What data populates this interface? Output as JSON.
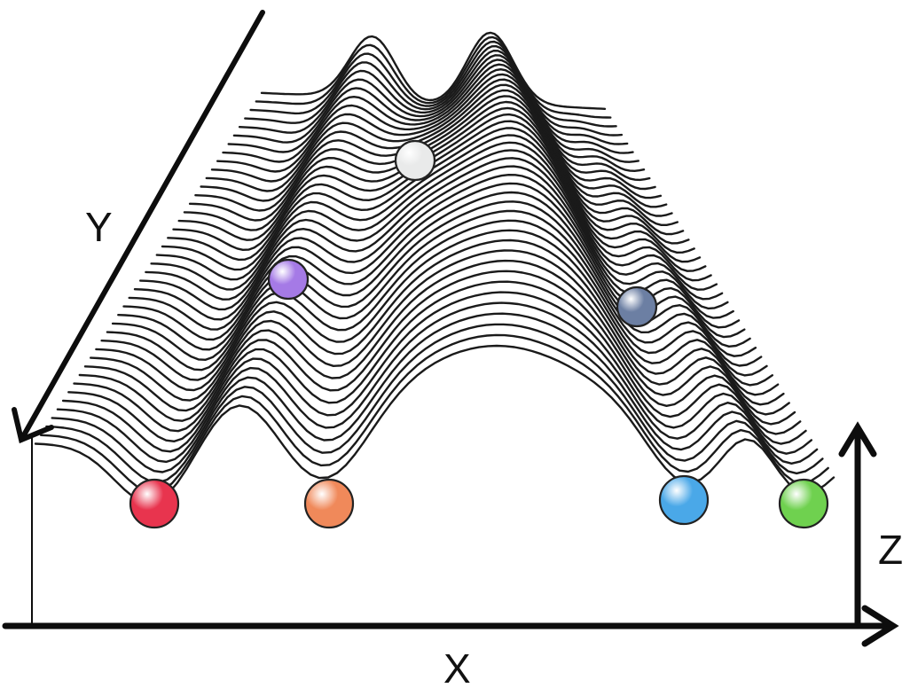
{
  "axes": {
    "x_label": "X",
    "y_label": "Y",
    "z_label": "Z"
  },
  "balls": [
    {
      "name": "ball-red",
      "color": "#e8344e"
    },
    {
      "name": "ball-orange",
      "color": "#f0895a"
    },
    {
      "name": "ball-blue",
      "color": "#4aa8e8"
    },
    {
      "name": "ball-green",
      "color": "#6fd14f"
    },
    {
      "name": "ball-purple",
      "color": "#a57ae6"
    },
    {
      "name": "ball-slate",
      "color": "#6c7fa3"
    },
    {
      "name": "ball-white",
      "color": "#e9eaea"
    }
  ],
  "colors": {
    "ink": "#1a1a1a"
  }
}
